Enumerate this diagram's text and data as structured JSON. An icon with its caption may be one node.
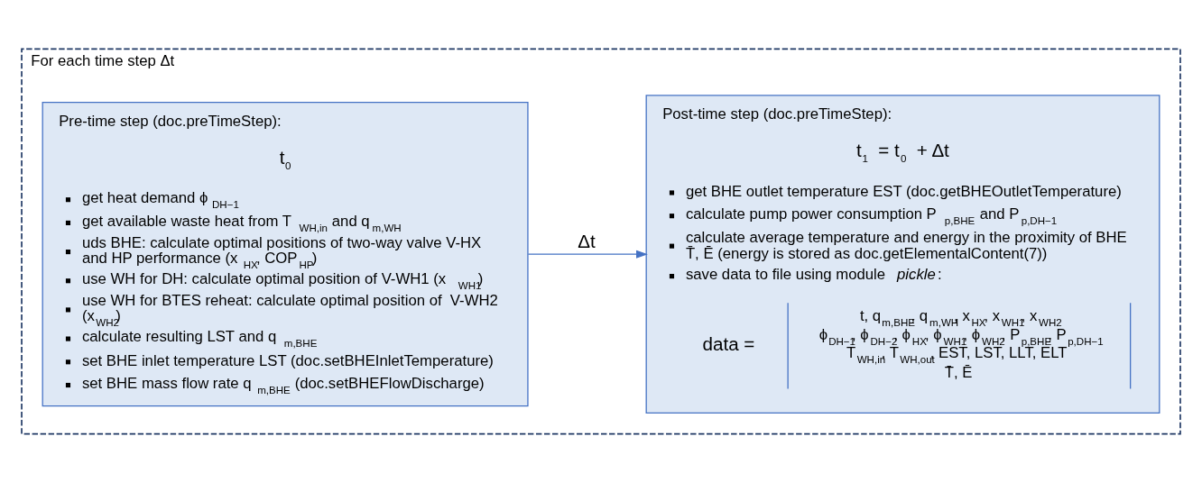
{
  "diagram": {
    "nodes": [
      {
        "text": [
          "For each time step Δt"
        ]
      },
      {
        "text": [
          "Pre-time step (doc.preTimeStep):",
          "t$_{0}$",
          "get heat demand ϕ$_{DH−1}$",
          "get available waste heat from T$_{WH,in}$ and q$_{m,WH}$",
          "uds BHE: calculate optimal positions of two-way valve V-HX and HP performance (x$_{HX}$, COP$_{HP}$)",
          "use WH for DH: calculate optimal position of V-WH1 (x$_{WH1}$)",
          "use WH for BTES reheat: calculate optimal position of  V-WH2 (x$_{WH2}$)",
          "calculate resulting LST and q$_{m,BHE}$",
          "set BHE inlet temperature LST (doc.setBHEInletTemperature)",
          "set BHE mass flow rate q$_{m,BHE}$ (doc.setBHEFlowDischarge)"
        ],
        "in": 0
      },
      {
        "text": [
          "Post-time step (doc.preTimeStep):",
          "t$_{1}$ = t$_{0}$ + Δt",
          "get BHE outlet temperature EST (doc.getBHEOutletTemperature)",
          "calculate pump power consumption P$_{p,BHE}$ and P$_{p,DH−1}$",
          "calculate average temperature and energy in the proximity of BHE T̄, Ē (energy is stored as doc.getElementalContent(7))",
          "save data to file using module *pickle*:",
          "data =",
          "t, q$_{m,BHE}$, q$_{m,WH}$, x$_{HX}$, x$_{WH1}$, x$_{WH2}$",
          "ϕ$_{DH−1}$, ϕ$_{DH−2}$, ϕ$_{HX}$, ϕ$_{WH1}$, ϕ$_{WH2}$, P$_{p,BHE}$, P$_{p,DH−1}$",
          "T$_{WH,in}$, T$_{WH,out}$, EST, LST, LLT, ELT",
          "T̄, Ē"
        ],
        "in": 0
      }
    ],
    "edges": [
      {
        "from": 1,
        "to": 2,
        "arrow": "to",
        "label": "Δt"
      }
    ]
  }
}
